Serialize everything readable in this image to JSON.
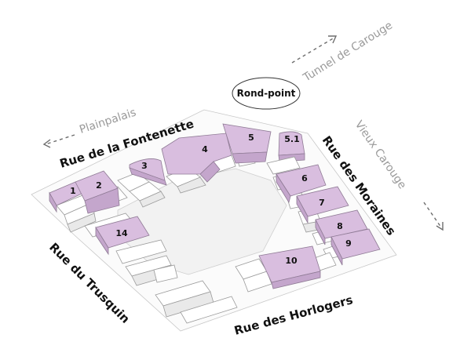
{
  "streets": {
    "fontenette": "Rue de la Fontenette",
    "moraines": "Rue des Moraines",
    "trusquin": "Rue du Trusquin",
    "horlogers": "Rue des Horlogers"
  },
  "directions": {
    "plainpalais": "Plainpalais",
    "carouge_tunnel": "Tunnel de Carouge",
    "vieux_carouge": "Vieux Carouge"
  },
  "roundabout": "Rond-point",
  "lots": [
    "1",
    "2",
    "3",
    "4",
    "5",
    "5.1",
    "6",
    "7",
    "8",
    "9",
    "10",
    "14"
  ],
  "colors": {
    "lot_fill": "#d9bedf",
    "lot_side": "#c4a6cc",
    "building": "#ffffff",
    "plaza": "#f2f2f2",
    "text": "#111111",
    "direction_text": "#9a9a9a"
  }
}
